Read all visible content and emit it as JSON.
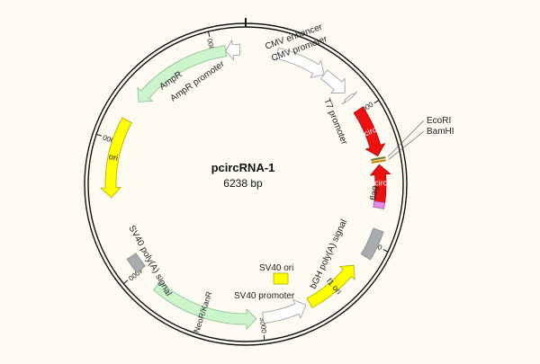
{
  "plasmid": {
    "name": "pcircRNA-1",
    "length_label": "6238 bp",
    "length": 6238
  },
  "ticks": [
    {
      "label": "1000",
      "pos": 1000
    },
    {
      "label": "2000",
      "pos": 2000
    },
    {
      "label": "3000",
      "pos": 3000
    },
    {
      "label": "4000",
      "pos": 4000
    },
    {
      "label": "5000",
      "pos": 5000
    },
    {
      "label": "6000",
      "pos": 6000
    }
  ],
  "features": [
    {
      "id": "cmv-enhancer",
      "label": "CMV enhancer",
      "start": 235,
      "end": 615,
      "dir": 1,
      "fill": "#ffffff",
      "stroke": "#999999",
      "text": ""
    },
    {
      "id": "cmv-promoter",
      "label": "CMV promoter",
      "start": 615,
      "end": 820,
      "dir": 1,
      "fill": "#ffffff",
      "stroke": "#999999",
      "text": ""
    },
    {
      "id": "t7-promoter",
      "label": "T7 promoter",
      "start": 860,
      "end": 880,
      "dir": 1,
      "fill": "#ffffff",
      "stroke": "#999999",
      "text": ""
    },
    {
      "id": "ucirce",
      "label": "",
      "start": 980,
      "end": 1350,
      "dir": 1,
      "fill": "#ee1111",
      "stroke": "#aa0000",
      "text": "UcircE"
    },
    {
      "id": "dcirce",
      "label": "",
      "start": 1415,
      "end": 1690,
      "dir": -1,
      "fill": "#ee1111",
      "stroke": "#aa0000",
      "text": "DcircE"
    },
    {
      "id": "flag",
      "label": "flag",
      "start": 1690,
      "end": 1735,
      "dir": 0,
      "fill": "#e58ee0",
      "stroke": "#aa55aa",
      "text": ""
    },
    {
      "id": "bgh",
      "label": "bGH poly(A) signal",
      "start": 1890,
      "end": 2100,
      "dir": 0,
      "fill": "#a8acae",
      "stroke": "#888888",
      "text": ""
    },
    {
      "id": "f1-ori",
      "label": "",
      "start": 2200,
      "end": 2630,
      "dir": -1,
      "fill": "#ffff00",
      "stroke": "#aaaa00",
      "text": "f1 ori"
    },
    {
      "id": "sv40-promoter",
      "label": "SV40 promoter",
      "start": 2660,
      "end": 2990,
      "dir": -1,
      "fill": "#ffffff",
      "stroke": "#999999",
      "text": ""
    },
    {
      "id": "neor",
      "label": "",
      "start": 3040,
      "end": 3830,
      "dir": -1,
      "fill": "#ccf5cc",
      "stroke": "#88bb88",
      "text": "NeoR/KanR"
    },
    {
      "id": "sv40-polya",
      "label": "SV40 poly(A) signal",
      "start": 4000,
      "end": 4120,
      "dir": 0,
      "fill": "#a8acae",
      "stroke": "#888888",
      "text": ""
    },
    {
      "id": "ori",
      "label": "",
      "start": 4580,
      "end": 5170,
      "dir": -1,
      "fill": "#ffff00",
      "stroke": "#aaaa00",
      "text": "ori"
    },
    {
      "id": "ampr",
      "label": "AmpR",
      "start": 5330,
      "end": 6090,
      "dir": -1,
      "fill": "#ccf5cc",
      "stroke": "#88bb88",
      "text": ""
    },
    {
      "id": "ampr-promoter",
      "label": "AmpR promoter",
      "start": 6090,
      "end": 6195,
      "dir": -1,
      "fill": "#ffffff",
      "stroke": "#999999",
      "text": ""
    }
  ],
  "sites": [
    {
      "label": "EcoRI",
      "pos": 1370,
      "color": "#7a7a2a"
    },
    {
      "label": "BamHI",
      "pos": 1390,
      "color": "#c98a00"
    }
  ],
  "sv40_ori": {
    "label": "SV40 ori",
    "fill": "#ffff00"
  }
}
